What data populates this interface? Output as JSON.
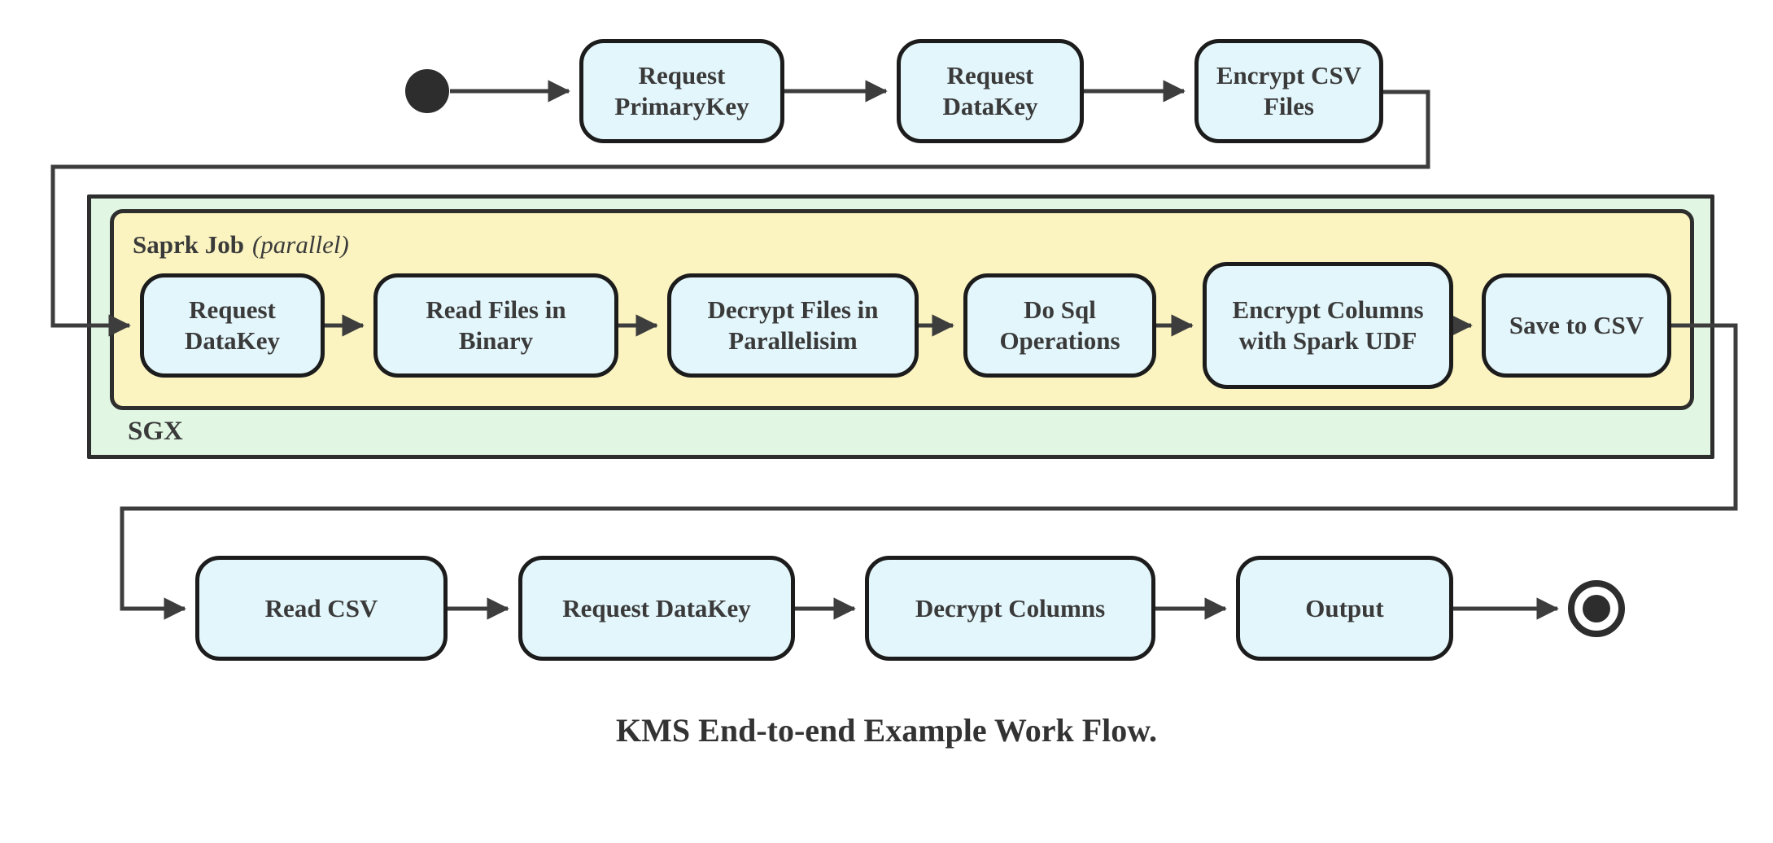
{
  "diagram": {
    "caption": "KMS End-to-end Example Work Flow.",
    "top_flow": {
      "nodes": [
        {
          "label": "Request PrimaryKey"
        },
        {
          "label": "Request DataKey"
        },
        {
          "label": "Encrypt CSV Files"
        }
      ]
    },
    "sgx": {
      "label": "SGX",
      "spark": {
        "title": "Saprk Job",
        "title_note": "(parallel)",
        "nodes": [
          {
            "label": "Request DataKey"
          },
          {
            "label": "Read Files in Binary"
          },
          {
            "label": "Decrypt Files in Parallelisim"
          },
          {
            "label": "Do Sql Operations"
          },
          {
            "label": "Encrypt Columns with Spark UDF"
          },
          {
            "label": "Save to CSV"
          }
        ]
      }
    },
    "bottom_flow": {
      "nodes": [
        {
          "label": "Read CSV"
        },
        {
          "label": "Request DataKey"
        },
        {
          "label": "Decrypt Columns"
        },
        {
          "label": "Output"
        }
      ]
    },
    "colors": {
      "node_fill": "#e3f6fb",
      "spark_fill": "#fbf4c0",
      "sgx_fill": "#e1f7e3",
      "border": "#1c1c1c",
      "container_border": "#2e2e2e",
      "edge": "#3d3d3d",
      "text": "#3a3a3a"
    }
  }
}
